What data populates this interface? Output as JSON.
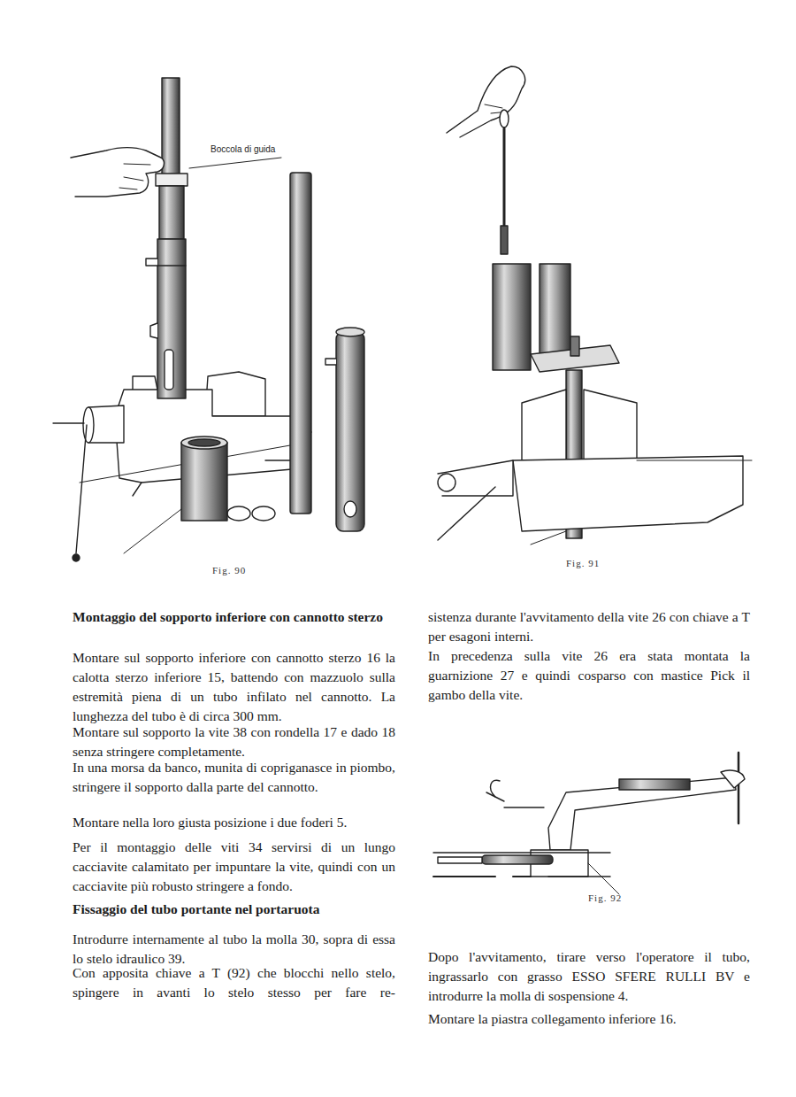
{
  "diagram": {
    "labels": [
      "Boccola di guida",
      "Fig. 90",
      "Fig. 91",
      "Montaggio del sopporto inferiore con cannotto sterzo",
      "Montare sul sopporto inferiore con cannotto sterzo 16 la calotta sterzo inferiore 15, battendo con mazzuolo sulla estremità piena di un tubo infilato nel cannotto. La lunghezza del tubo è di circa 300 mm.",
      "Montare sul sopporto la vite 38 con rondella 17 e dado 18 senza stringere completamente.",
      "In una morsa da banco, munita di copriganasce in piombo, stringere il sopporto dalla parte del cannotto.",
      "Montare nella loro giusta posizione i due foderi 5.",
      "Per il montaggio delle viti 34 servirsi di un lungo cacciavite calamitato per impuntare la vite, quindi con un cacciavite più robusto stringere a fondo.",
      "Fissaggio del tubo portante nel portaruota",
      "Introdurre internamente al tubo la molla 30, sopra di essa lo stelo idraulico 39.",
      "Con apposita chiave a T (92) che blocchi nello stelo, spingere in avanti lo stelo stesso per fare re-",
      "sistenza durante l'avvitamento della vite 26 con chiave a T per esagoni interni.",
      "In precedenza sulla vite 26 era stata montata la guarnizione 27 e quindi cosparso con mastice Pick il gambo della vite.",
      "Fig. 92",
      "Dopo l'avvitamento, tirare verso l'operatore il tubo, ingrassarlo con grasso ESSO SFERE RULLI BV e introdurre la molla di sospensione 4.",
      "Montare la piastra collegamento inferiore 16."
    ]
  }
}
